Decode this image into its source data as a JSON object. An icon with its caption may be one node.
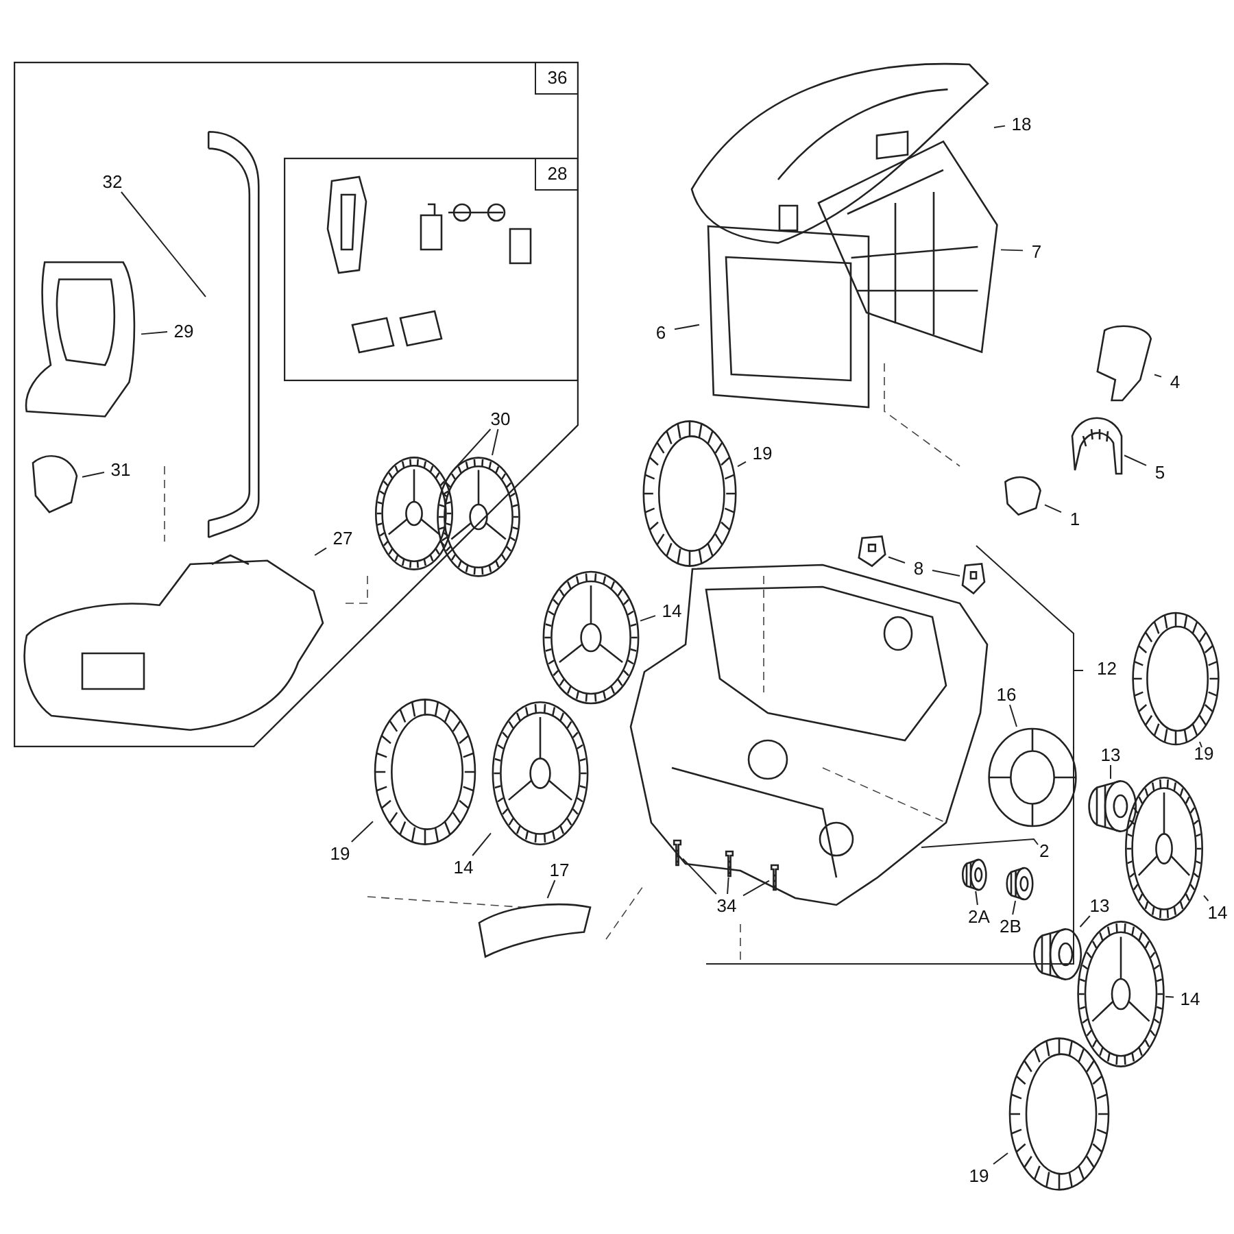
{
  "diagram": {
    "nodes": [
      {
        "text": [
          "36"
        ]
      },
      {
        "text": [
          "28"
        ],
        "in": 0
      },
      {
        "text": [
          "32"
        ],
        "in": 0
      },
      {
        "text": [],
        "shape": "picture",
        "in": 0
      },
      {
        "text": [
          "29"
        ],
        "in": 0
      },
      {
        "text": [],
        "shape": "picture",
        "in": 0
      },
      {
        "text": [
          "31"
        ],
        "in": 0
      },
      {
        "text": [],
        "shape": "picture",
        "in": 0
      },
      {
        "text": [
          "30"
        ],
        "in": 0
      },
      {
        "text": [],
        "shape": "picture",
        "in": 0
      },
      {
        "text": [],
        "shape": "picture",
        "in": 0
      },
      {
        "text": [
          "27"
        ],
        "in": 0
      },
      {
        "text": [],
        "shape": "picture",
        "in": 0
      },
      {
        "text": [
          "18"
        ]
      },
      {
        "text": [],
        "shape": "picture"
      },
      {
        "text": [
          "7"
        ]
      },
      {
        "text": [],
        "shape": "picture"
      },
      {
        "text": [
          "6"
        ]
      },
      {
        "text": [],
        "shape": "picture"
      },
      {
        "text": [
          "4"
        ]
      },
      {
        "text": [],
        "shape": "picture"
      },
      {
        "text": [
          "5"
        ]
      },
      {
        "text": [],
        "shape": "picture"
      },
      {
        "text": [
          "1"
        ]
      },
      {
        "text": [],
        "shape": "picture"
      },
      {
        "text": [
          "19"
        ]
      },
      {
        "text": [],
        "shape": "picture"
      },
      {
        "text": [
          "8"
        ]
      },
      {
        "text": [],
        "shape": "picture"
      },
      {
        "text": [],
        "shape": "picture"
      },
      {
        "text": [
          "14"
        ]
      },
      {
        "text": [],
        "shape": "picture"
      },
      {
        "text": [
          "19"
        ]
      },
      {
        "text": [],
        "shape": "picture"
      },
      {
        "text": [
          "14"
        ]
      },
      {
        "text": [],
        "shape": "picture"
      },
      {
        "text": [
          "17"
        ]
      },
      {
        "text": [],
        "shape": "picture"
      },
      {
        "text": [
          "34"
        ]
      },
      {
        "text": [],
        "shape": "picture"
      },
      {
        "text": [],
        "shape": "picture"
      },
      {
        "text": [],
        "shape": "picture"
      },
      {
        "text": [
          "16"
        ]
      },
      {
        "text": [],
        "shape": "picture"
      },
      {
        "text": [
          "19"
        ]
      },
      {
        "text": [],
        "shape": "picture"
      },
      {
        "text": [
          "13"
        ]
      },
      {
        "text": [],
        "shape": "picture"
      },
      {
        "text": [
          "14"
        ]
      },
      {
        "text": [],
        "shape": "picture"
      },
      {
        "text": [
          "2A"
        ]
      },
      {
        "text": [],
        "shape": "picture"
      },
      {
        "text": [
          "2B"
        ]
      },
      {
        "text": [],
        "shape": "picture"
      },
      {
        "text": [
          "13"
        ]
      },
      {
        "text": [],
        "shape": "picture"
      },
      {
        "text": [
          "14"
        ]
      },
      {
        "text": [],
        "shape": "picture"
      },
      {
        "text": [
          "19"
        ]
      },
      {
        "text": [],
        "shape": "picture"
      }
    ],
    "edges": [
      {
        "from": 2,
        "to": 3,
        "arrow": "none"
      },
      {
        "from": 4,
        "to": 5,
        "arrow": "none"
      },
      {
        "from": 6,
        "to": 7,
        "arrow": "none"
      },
      {
        "from": 8,
        "to": 9,
        "arrow": "none"
      },
      {
        "from": 8,
        "to": 10,
        "arrow": "none"
      },
      {
        "from": 11,
        "to": 12,
        "arrow": "none"
      },
      {
        "from": 13,
        "to": 14,
        "arrow": "none"
      },
      {
        "from": 15,
        "to": 16,
        "arrow": "none"
      },
      {
        "from": 17,
        "to": 18,
        "arrow": "none"
      },
      {
        "from": 19,
        "to": 20,
        "arrow": "none"
      },
      {
        "from": 21,
        "to": 22,
        "arrow": "none"
      },
      {
        "from": 23,
        "to": 24,
        "arrow": "none"
      },
      {
        "from": 25,
        "to": 26,
        "arrow": "none"
      },
      {
        "from": 27,
        "to": 28,
        "arrow": "none"
      },
      {
        "from": 27,
        "to": 29,
        "arrow": "none"
      },
      {
        "from": 30,
        "to": 31,
        "arrow": "none"
      },
      {
        "from": 32,
        "to": 33,
        "arrow": "none"
      },
      {
        "from": 34,
        "to": 35,
        "arrow": "none"
      },
      {
        "from": 36,
        "to": 37,
        "arrow": "none"
      },
      {
        "from": 38,
        "to": 39,
        "arrow": "none"
      },
      {
        "from": 38,
        "to": 40,
        "arrow": "none"
      },
      {
        "from": 38,
        "to": 41,
        "arrow": "none"
      },
      {
        "from": 42,
        "to": 43,
        "arrow": "none"
      },
      {
        "from": 44,
        "to": 45,
        "arrow": "none"
      },
      {
        "from": 46,
        "to": 47,
        "arrow": "none"
      },
      {
        "from": 48,
        "to": 49,
        "arrow": "none"
      },
      {
        "from": 50,
        "to": 51,
        "arrow": "none"
      },
      {
        "from": 52,
        "to": 53,
        "arrow": "none"
      },
      {
        "from": 54,
        "to": 55,
        "arrow": "none"
      },
      {
        "from": 56,
        "to": 57,
        "arrow": "none"
      },
      {
        "from": 58,
        "to": 59,
        "arrow": "none"
      }
    ],
    "labels": [
      "12",
      "2"
    ]
  }
}
